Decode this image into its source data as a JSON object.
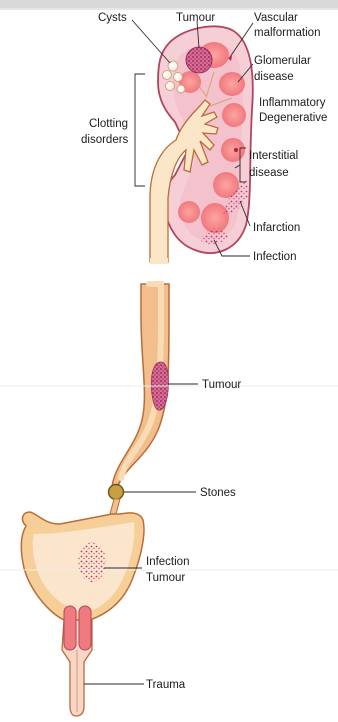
{
  "labels": {
    "cysts": "Cysts",
    "tumour_kidney": "Tumour",
    "vascular_1": "Vascular",
    "vascular_2": "malformation",
    "glomerular_1": "Glomerular",
    "glomerular_2": "disease",
    "inflammatory": "Inflammatory",
    "degenerative": "Degenerative",
    "clotting_1": "Clotting",
    "clotting_2": "disorders",
    "interstitial_1": "Interstitial",
    "interstitial_2": "disease",
    "infarction": "Infarction",
    "infection_kidney": "Infection",
    "tumour_ureter": "Tumour",
    "stones": "Stones",
    "infection_bladder": "Infection",
    "tumour_bladder": "Tumour",
    "trauma": "Trauma"
  },
  "colors": {
    "tissue_pink": "#f6cfd6",
    "kidney_outline": "#b0455f",
    "calyx_fill": "#fbe6c8",
    "tube_orange": "#f2be8c",
    "tube_outline": "#b86c3a",
    "lesion_dark": "#b83a68",
    "pyramid_red": "#f07a80"
  }
}
